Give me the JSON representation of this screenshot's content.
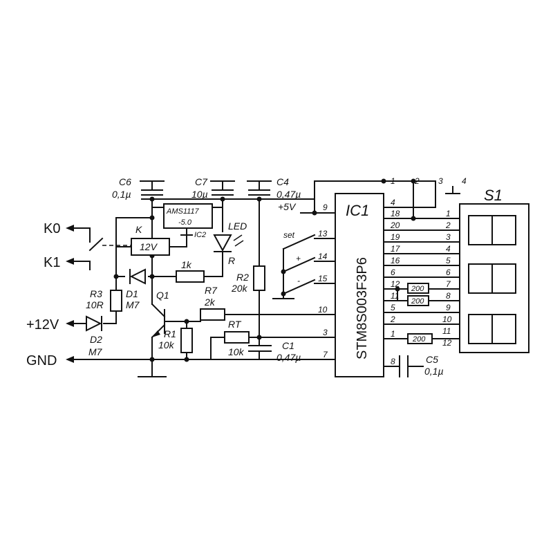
{
  "terminals": {
    "k0": "K0",
    "k1": "K1",
    "v12": "+12V",
    "gnd": "GND"
  },
  "components": {
    "c6": {
      "name": "C6",
      "value": "0,1µ"
    },
    "c7": {
      "name": "C7",
      "value": "10µ"
    },
    "c4": {
      "name": "C4",
      "value": "0,47µ"
    },
    "c1": {
      "name": "C1",
      "value": "0,47µ"
    },
    "c5": {
      "name": "C5",
      "value": "0,1µ"
    },
    "reg": {
      "part": "AMS1117",
      "voltage": "-5.0",
      "name": "IC2"
    },
    "led": {
      "name": "LED"
    },
    "r_led": {
      "name": "R"
    },
    "relay": {
      "name": "K",
      "rating": "12V"
    },
    "r1k": {
      "value": "1k"
    },
    "r7": {
      "name": "R7",
      "value": "2k"
    },
    "r2": {
      "name": "R2",
      "value": "20k"
    },
    "rt": {
      "name": "RT",
      "value": "10k"
    },
    "r1": {
      "name": "R1",
      "value": "10k"
    },
    "r3": {
      "name": "R3",
      "value": "10R"
    },
    "d1": {
      "name": "D1",
      "value": "M7"
    },
    "d2": {
      "name": "D2",
      "value": "M7"
    },
    "q1": {
      "name": "Q1"
    },
    "plus5v": "+5V",
    "buttons": {
      "set": "set",
      "plus": "+",
      "minus": "-"
    },
    "mcu": {
      "name": "IC1",
      "part": "STM8S003F3P6"
    },
    "display": {
      "name": "S1"
    },
    "seg_res": "200"
  },
  "mcu_left_pins": [
    "9",
    "13",
    "14",
    "15",
    "10",
    "3",
    "7"
  ],
  "mcu_right_pins": [
    "4",
    "18",
    "20",
    "19",
    "17",
    "16",
    "6",
    "12",
    "11",
    "5",
    "2",
    "1"
  ],
  "mcu_cap_pin": "8",
  "display_pins": [
    "1",
    "2",
    "3",
    "4",
    "5",
    "6",
    "7",
    "8",
    "9",
    "10",
    "11",
    "12"
  ],
  "top_pins": [
    "1",
    "2",
    "3",
    "4"
  ]
}
